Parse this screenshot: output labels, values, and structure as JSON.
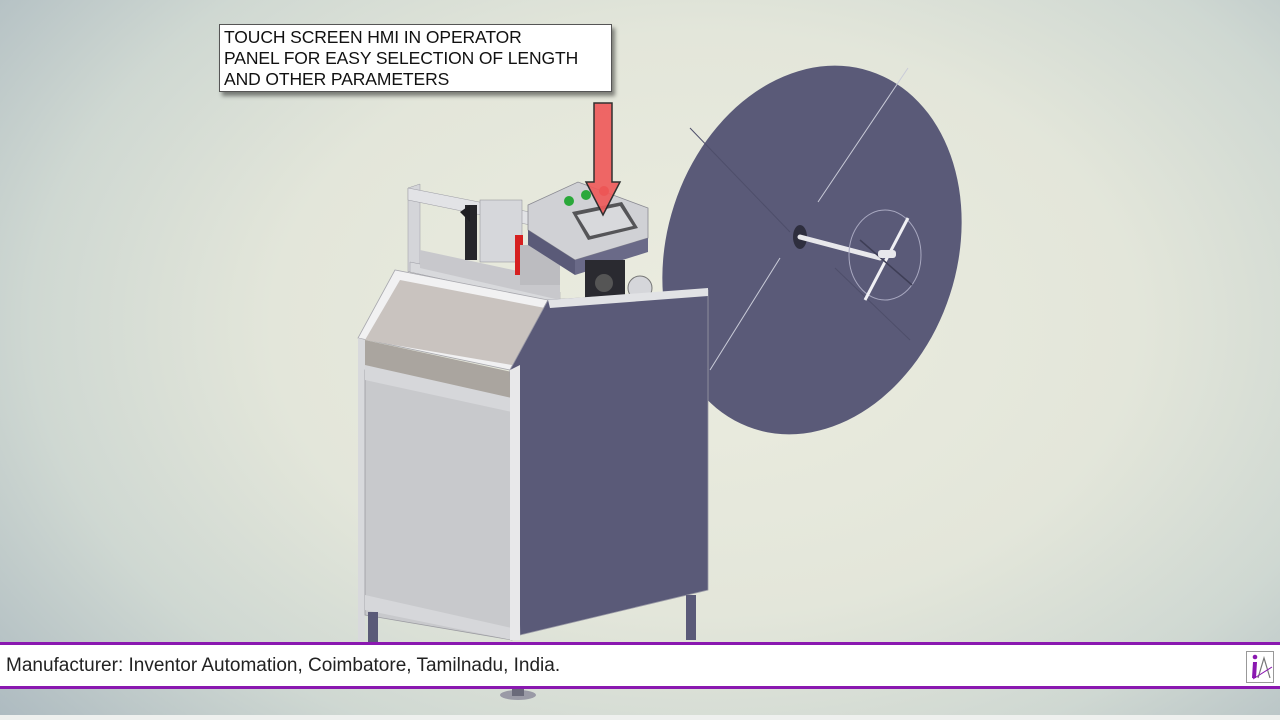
{
  "callout": {
    "lines": [
      "TOUCH SCREEN HMI IN OPERATOR",
      "PANEL FOR EASY SELECTION OF LENGTH",
      "AND OTHER PARAMETERS"
    ],
    "arrow_color": "#ef5b5b"
  },
  "machine": {
    "description": "3D render of automatic cutting machine with operator panel and reel stand",
    "panel_buttons": [
      {
        "color": "#2aa83a",
        "label": "green-button-1"
      },
      {
        "color": "#2aa83a",
        "label": "green-button-2"
      },
      {
        "color": "#d62020",
        "label": "red-button"
      }
    ],
    "body_color": "#5a5a78",
    "frame_color": "#cfd0d4"
  },
  "footer": {
    "text": "Manufacturer: Inventor Automation, Coimbatore, Tamilnadu, India.",
    "accent_color": "#8a18b0",
    "logo_label": "iA"
  }
}
